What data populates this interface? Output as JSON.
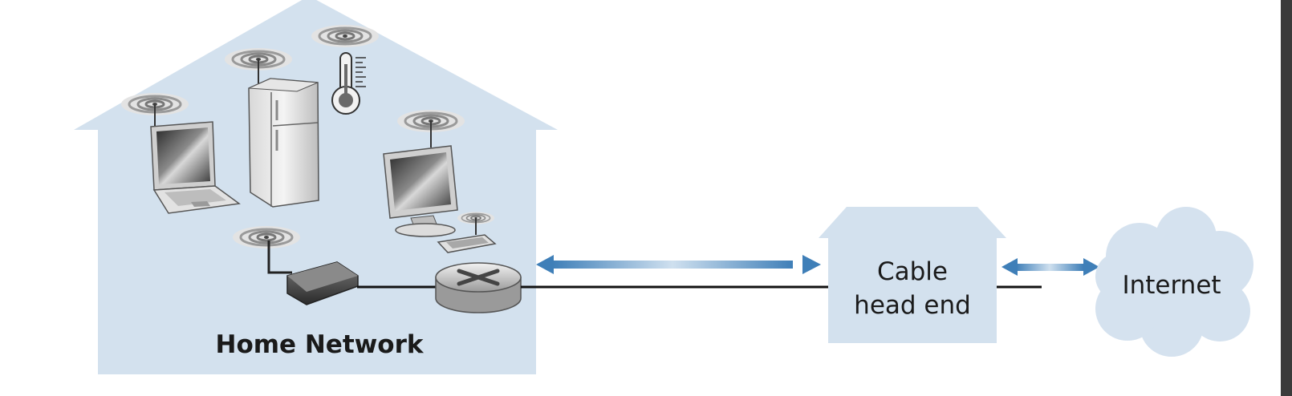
{
  "labels": {
    "home_network": "Home Network",
    "cable_line1": "Cable",
    "cable_line2": "head end",
    "internet": "Internet"
  },
  "colors": {
    "house_fill": "#d3e1ee",
    "arrow_blue": "#3f7fb8",
    "line": "#111111",
    "cloud": "#d5e2ef"
  },
  "icons": [
    "laptop-icon",
    "refrigerator-icon",
    "thermometer-icon",
    "desktop-monitor-icon",
    "keyboard-icon",
    "cable-modem-icon",
    "router-icon",
    "wireless-signal-icon"
  ]
}
